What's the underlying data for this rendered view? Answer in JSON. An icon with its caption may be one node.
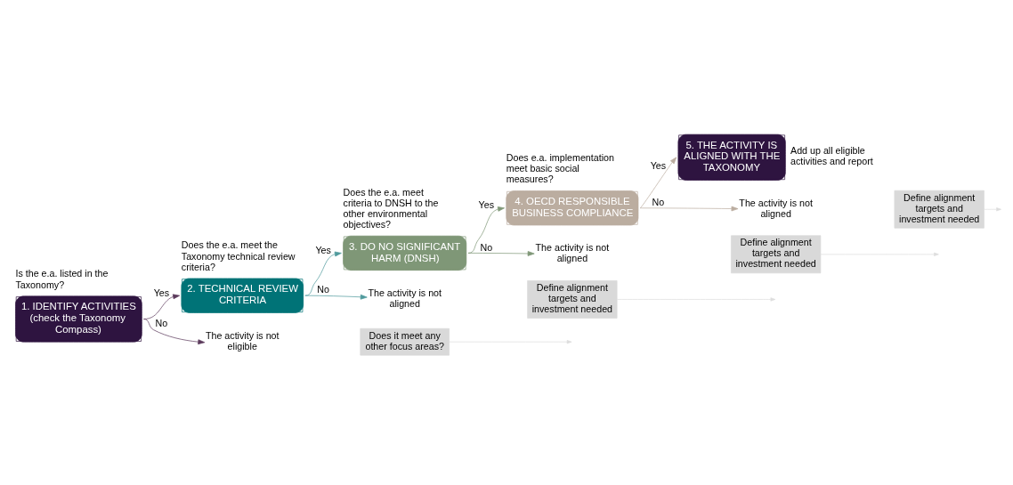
{
  "diagram": {
    "nodes": [
      {
        "text": [
          "1. IDENTIFY ACTIVITIES",
          "(check the Taxonomy Compass)"
        ],
        "beside": [
          "Is the e.a. listed in the Taxonomy?"
        ]
      },
      {
        "text": [
          "2. TECHNICAL REVIEW CRITERIA"
        ],
        "beside": [
          "Does the e.a. meet the Taxonomy technical review criteria?"
        ]
      },
      {
        "text": [
          "3. DO NO SIGNIFICANT HARM (DNSH)"
        ],
        "beside": [
          "Does the e.a. meet criteria to DNSH to the other environmental objectives?"
        ]
      },
      {
        "text": [
          "4. OECD RESPONSIBLE BUSINESS COMPLIANCE"
        ],
        "beside": [
          "Does e.a. implementation meet basic social measures?"
        ]
      },
      {
        "text": [
          "5. THE ACTIVITY IS ALIGNED WITH THE TAXONOMY"
        ],
        "beside": [
          "Add up all eligible activities and report"
        ]
      },
      {
        "text": [
          "The activity is not eligible"
        ]
      },
      {
        "text": [
          "Does it meet any other focus areas?"
        ]
      },
      {
        "text": [
          "The activity is not aligned"
        ]
      },
      {
        "text": [
          "Define alignment targets and investment needed"
        ]
      },
      {
        "text": [
          "The activity is not aligned"
        ]
      },
      {
        "text": [
          "Define alignment targets and investment needed"
        ]
      },
      {
        "text": [
          "The activity is not aligned"
        ]
      },
      {
        "text": [
          "Define alignment targets and investment needed"
        ]
      }
    ],
    "edges": [
      {
        "from": 0,
        "to": 1,
        "arrow": "to",
        "label": "Yes",
        "color": "#5b3a5c"
      },
      {
        "from": 0,
        "to": 5,
        "arrow": "to",
        "label": "No",
        "color": "#5b3a5c"
      },
      {
        "from": 1,
        "to": 2,
        "arrow": "to",
        "label": "Yes",
        "color": "#4f9a9c"
      },
      {
        "from": 1,
        "to": 7,
        "arrow": "to",
        "label": "No",
        "color": "#4f9a9c"
      },
      {
        "from": 2,
        "to": 3,
        "arrow": "to",
        "label": "Yes",
        "color": "#7f9777"
      },
      {
        "from": 2,
        "to": 9,
        "arrow": "to",
        "label": "No",
        "color": "#7f9777"
      },
      {
        "from": 3,
        "to": 4,
        "arrow": "to",
        "label": "Yes",
        "color": "#bbada0"
      },
      {
        "from": 3,
        "to": 11,
        "arrow": "to",
        "label": "No",
        "color": "#bbada0"
      },
      {
        "from": 6,
        "to": null,
        "arrow": "to",
        "color": "#dddddd"
      },
      {
        "from": 8,
        "to": null,
        "arrow": "to",
        "color": "#dddddd"
      },
      {
        "from": 10,
        "to": null,
        "arrow": "to",
        "color": "#dddddd"
      },
      {
        "from": 12,
        "to": null,
        "arrow": "to",
        "color": "#dddddd"
      }
    ]
  }
}
